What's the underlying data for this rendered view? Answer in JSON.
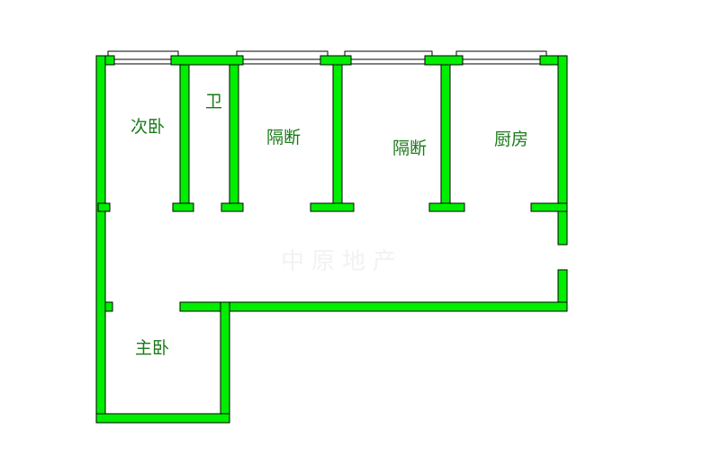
{
  "rooms": {
    "second_bedroom": "次卧",
    "bathroom": "卫",
    "partition_1": "隔断",
    "partition_2": "隔断",
    "kitchen": "厨房",
    "master_bedroom": "主卧"
  },
  "colors": {
    "wall": "#00ee00",
    "label": "#1a7a1a"
  },
  "watermark": "中原地产"
}
